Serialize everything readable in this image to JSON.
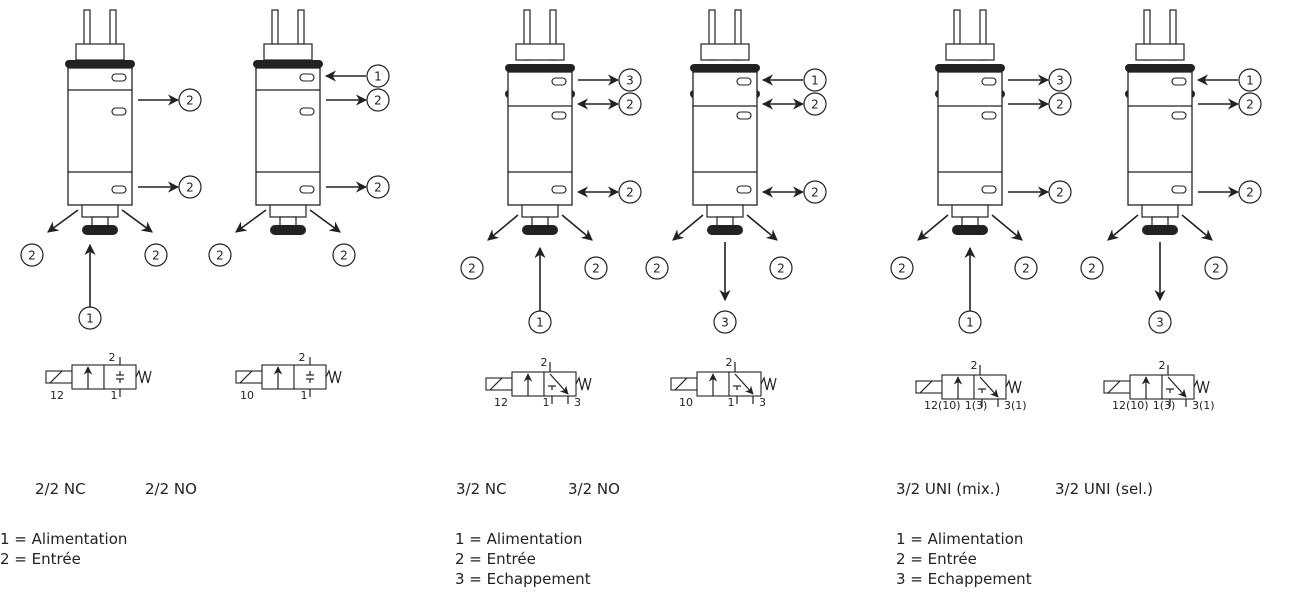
{
  "groups": [
    {
      "id": "g1",
      "titles": [
        "2/2 NC",
        "2/2 NO"
      ],
      "legend": [
        "1 = Alimentation",
        "2 = Entrée"
      ],
      "valves": [
        {
          "ports": [
            "2",
            "2",
            "2",
            "2",
            "1"
          ],
          "symbol_labels": [
            "2",
            "12",
            "1"
          ]
        },
        {
          "ports": [
            "1",
            "2",
            "2",
            "2",
            "2"
          ],
          "symbol_labels": [
            "2",
            "10",
            "1"
          ]
        }
      ]
    },
    {
      "id": "g2",
      "titles": [
        "3/2 NC",
        "3/2 NO"
      ],
      "legend": [
        "1 = Alimentation",
        "2 = Entrée",
        "3 = Echappement"
      ],
      "valves": [
        {
          "ports": [
            "3",
            "2",
            "2",
            "2",
            "2",
            "1"
          ],
          "symbol_labels": [
            "2",
            "12",
            "1",
            "3"
          ]
        },
        {
          "ports": [
            "1",
            "2",
            "2",
            "2",
            "2",
            "3"
          ],
          "symbol_labels": [
            "2",
            "10",
            "1",
            "3"
          ]
        }
      ]
    },
    {
      "id": "g3",
      "titles": [
        "3/2 UNI (mix.)",
        "3/2 UNI (sel.)"
      ],
      "legend": [
        "1 = Alimentation",
        "2 = Entrée",
        "3 = Echappement"
      ],
      "valves": [
        {
          "ports": [
            "3",
            "2",
            "2",
            "2",
            "2",
            "1"
          ],
          "symbol_labels": [
            "2",
            "12(10)",
            "1(3)",
            "3(1)"
          ]
        },
        {
          "ports": [
            "1",
            "2",
            "2",
            "2",
            "2",
            "3"
          ],
          "symbol_labels": [
            "2",
            "12(10)",
            "1(3)",
            "3(1)"
          ]
        }
      ]
    }
  ]
}
